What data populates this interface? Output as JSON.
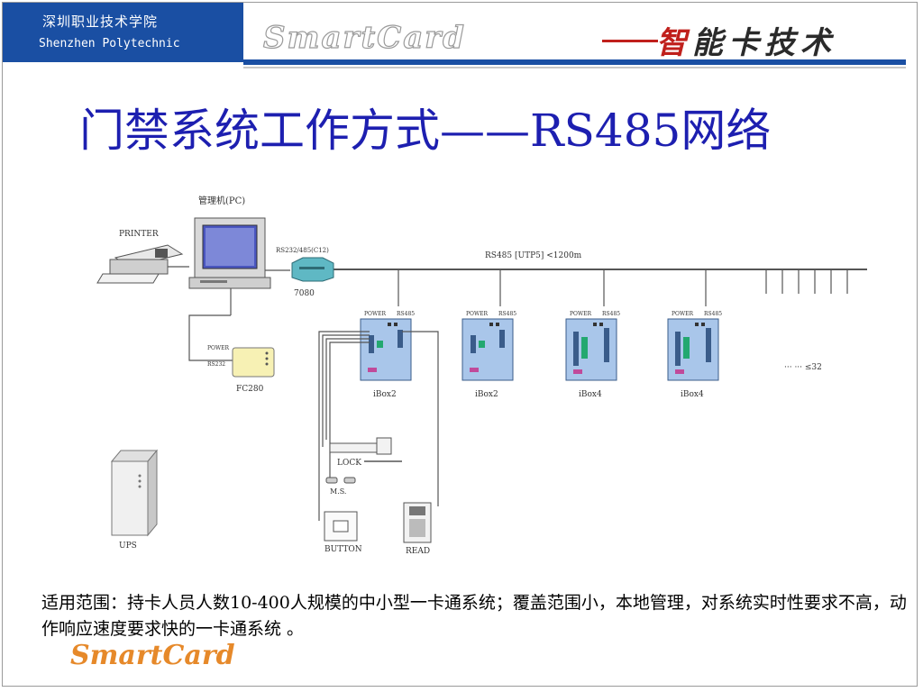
{
  "header": {
    "school_cn": "深圳职业技术学院",
    "school_en": "Shenzhen Polytechnic",
    "smartcard_logo": "SmartCard",
    "tech_first": "智",
    "tech_rest": "能卡技术"
  },
  "title": "门禁系统工作方式——RS485网络",
  "diagram": {
    "pc_label": "管理机(PC)",
    "printer_label": "PRINTER",
    "rs232_label": "RS232/485(C12)",
    "converter_label": "7080",
    "bus_label": "RS485 [UTP5] <1200m",
    "fc_power": "POWER",
    "fc_rs232": "RS232",
    "fc_label": "FC280",
    "box_power": "POWER",
    "box_rs485": "RS485",
    "boxes": [
      "iBox2",
      "iBox2",
      "iBox4",
      "iBox4"
    ],
    "more_label": "··· ··· ≤32",
    "lock_label": "LOCK",
    "ms_label": "M.S.",
    "button_label": "BUTTON",
    "read_label": "READ",
    "ups_label": "UPS"
  },
  "description": "适用范围：持卡人员人数10-400人规模的中小型一卡通系统；覆盖范围小，本地管理，对系统实时性要求不高，动作响应速度要求快的一卡通系统 。",
  "footer_logo": "SmartCard",
  "colors": {
    "header_blue": "#1a4fa3",
    "title_blue": "#1d1fb0",
    "box_fill": "#a9c6ea",
    "converter_fill": "#5fb8c4",
    "fc_fill": "#f7f1b4",
    "footer_orange": "#e6892a"
  }
}
